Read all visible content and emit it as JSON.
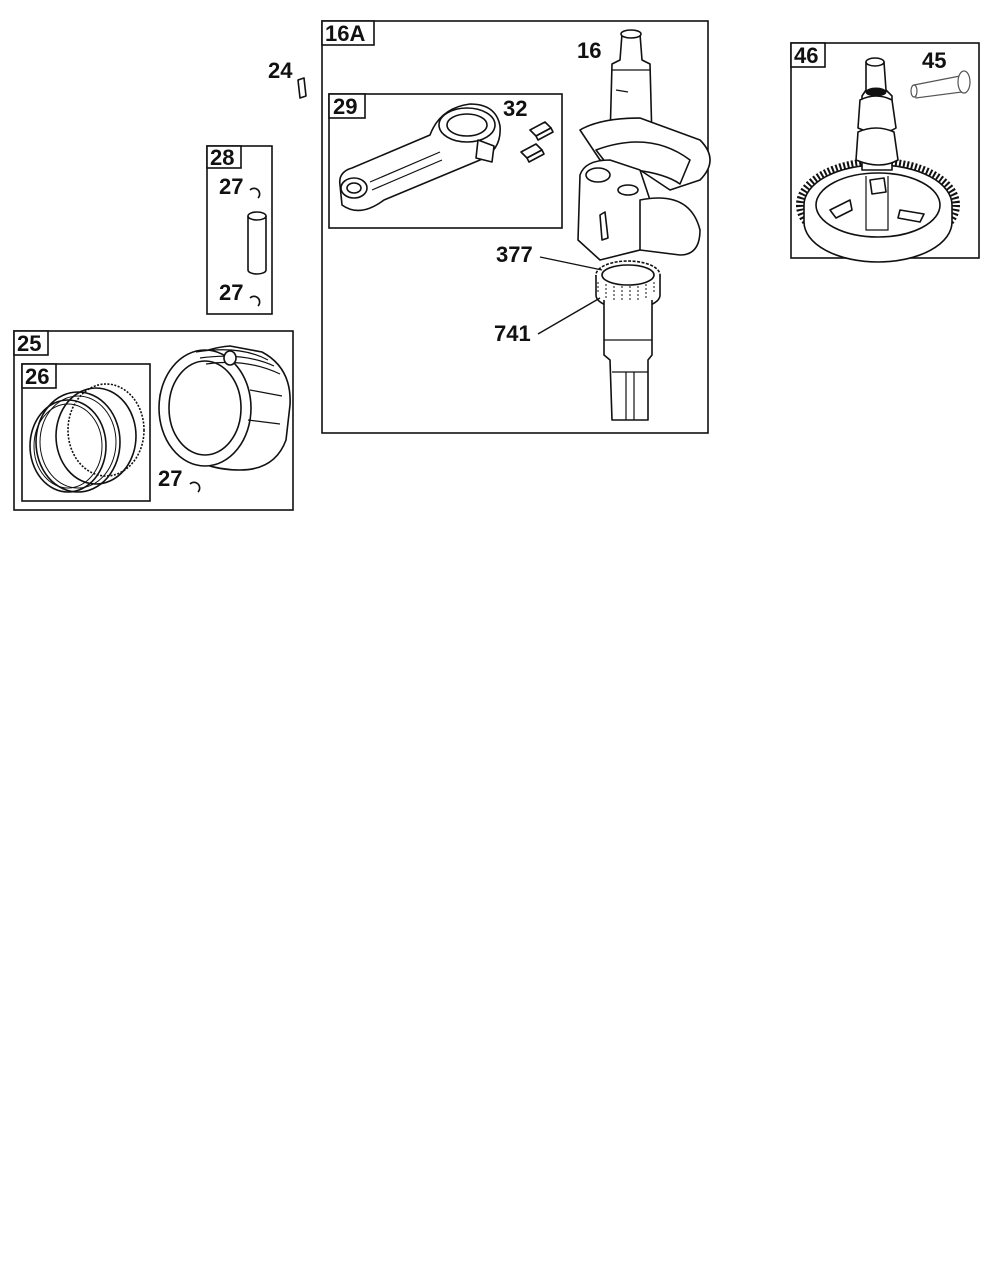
{
  "groups": {
    "crankshaft_assembly": "16A",
    "connecting_rod_kit": "29",
    "piston_pin_kit": "28",
    "piston_assembly": "25",
    "ring_set": "26",
    "camshaft_assembly": "46"
  },
  "parts": {
    "crankshaft": "16",
    "key": "24",
    "retainer_pin_top": "27",
    "retainer_pin_bottom": "27",
    "retainer_piston": "27",
    "connecting_rod_screw": "32",
    "crank_sensor_ring": "377",
    "crank_gear": "741",
    "compression_release": "45"
  }
}
